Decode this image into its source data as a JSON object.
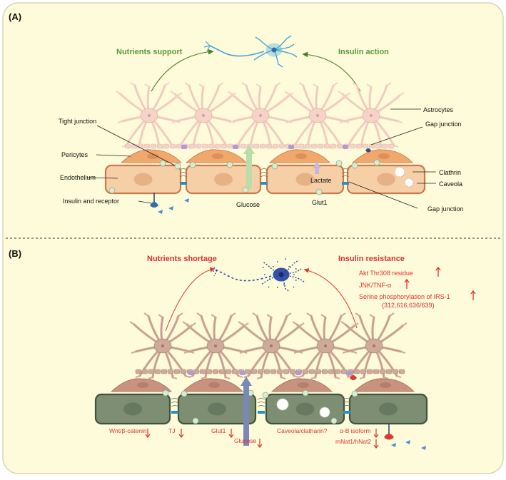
{
  "colors": {
    "background": "#fdfbd9",
    "border": "#d9d6b8",
    "endo_healthy": "#f7cfa6",
    "endo_healthy_border": "#c9784a",
    "endo_diseased": "#7d8e72",
    "endo_diseased_border": "#3f5240",
    "pericyte_healthy": "#f0a86c",
    "pericyte_diseased": "#c8927e",
    "astro_healthy": "#f6d2c8",
    "astro_diseased": "#cfa99a",
    "green_text": "#5a9a3a",
    "red_text": "#e0312f",
    "neuron_healthy": "#4aa6d8",
    "neuron_diseased": "#2b49a8",
    "glucose_arrow_a": "#b9dca9",
    "glucose_arrow_b": "#7b87b5",
    "lactate": "#c9b6dd",
    "receptor": "#2f6fa8"
  },
  "panel_a": {
    "label": "(A)",
    "nutrients_support": "Nutrients support",
    "insulin_action": "Insulin action",
    "astrocytes": "Astrocytes",
    "tight_junction": "Tight junction",
    "gap_junction_top": "Gap junction",
    "pericytes": "Pericytes",
    "endothelium": "Endothelium",
    "clathrin": "Clathrin",
    "caveola": "Caveola",
    "lactate": "Lactate",
    "insulin_receptor": "Insulin and receptor",
    "glucose": "Glucose",
    "glut1": "Glut1",
    "gap_junction_bottom": "Gap junction"
  },
  "panel_b": {
    "label": "(B)",
    "nutrients_shortage": "Nutrients shortage",
    "insulin_resistance": "Insulin resistance",
    "akt": "Akt Thr308 residue",
    "jnk": "JNK/TNF-α",
    "serine": "Serine phosphorylation of IRS-1",
    "serine_sites": "(312,616,636/639)",
    "wnt": "Wnt/β-catenin",
    "tj": "TJ",
    "glut1": "Glut1",
    "glucose": "Glucose",
    "caveola": "Caveola/clatharin?",
    "ab_isoform": "α-B isoform",
    "mnat": "mNat1/hNat2"
  }
}
